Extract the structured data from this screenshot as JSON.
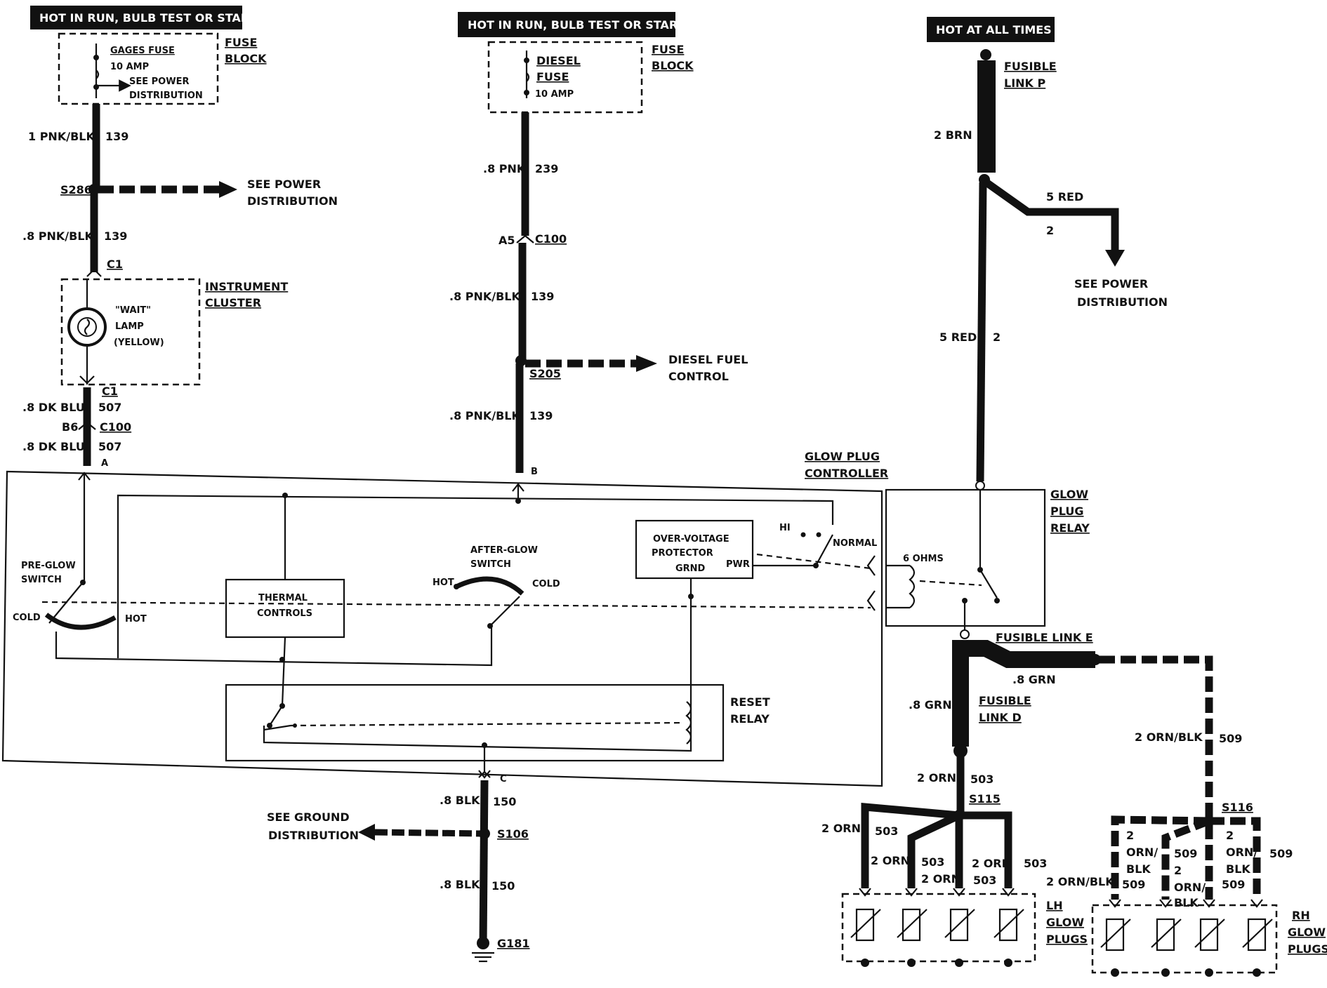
{
  "headers": {
    "left": "HOT IN RUN, BULB TEST OR START",
    "middle": "HOT IN RUN, BULB TEST OR START",
    "right": "HOT AT ALL TIMES"
  },
  "left_branch": {
    "gages_fuse": "GAGES FUSE",
    "gages_amp": "10 AMP",
    "see_power_1": "SEE POWER",
    "see_power_2": "DISTRIBUTION",
    "fuse_1": "FUSE",
    "fuse_2": "BLOCK",
    "w1_color": "1 PNK/BLK",
    "w1_circuit": "139",
    "s286": "S286",
    "s286_see_1": "SEE POWER",
    "s286_see_2": "DISTRIBUTION",
    "w2_color": ".8 PNK/BLK",
    "w2_circuit": "139",
    "c1_top": "C1",
    "cluster_1": "INSTRUMENT",
    "cluster_2": "CLUSTER",
    "lamp_1": "\"WAIT\"",
    "lamp_2": "LAMP",
    "lamp_3": "(YELLOW)",
    "c1_bottom": "C1",
    "w3_color": ".8 DK BLU",
    "w3_circuit": "507",
    "b6": "B6",
    "c100": "C100",
    "w4_color": ".8 DK BLU",
    "w4_circuit": "507",
    "pin_a": "A"
  },
  "middle_branch": {
    "diesel_1": "DIESEL",
    "diesel_2": "FUSE",
    "diesel_amp": "10 AMP",
    "fuse_1": "FUSE",
    "fuse_2": "BLOCK",
    "w1_color": ".8 PNK",
    "w1_circuit": "239",
    "a5": "A5",
    "c100": "C100",
    "w2_color": ".8 PNK/BLK",
    "w2_circuit": "139",
    "s205": "S205",
    "dfc_1": "DIESEL FUEL",
    "dfc_2": "CONTROL",
    "w3_color": ".8 PNK/BLK",
    "w3_circuit": "139",
    "pin_b": "B"
  },
  "controller": {
    "title_1": "GLOW PLUG",
    "title_2": "CONTROLLER",
    "preglow_1": "PRE-GLOW",
    "preglow_2": "SWITCH",
    "cold_left": "COLD",
    "hot_left": "HOT",
    "thermal_1": "THERMAL",
    "thermal_2": "CONTROLS",
    "afterglow_1": "AFTER-GLOW",
    "afterglow_2": "SWITCH",
    "hot_mid": "HOT",
    "cold_mid": "COLD",
    "ovp_1": "OVER-VOLTAGE",
    "ovp_2": "PROTECTOR",
    "grnd": "GRND",
    "pwr": "PWR",
    "hi": "HI",
    "normal": "NORMAL",
    "reset_1": "RESET",
    "reset_2": "RELAY",
    "pin_c": "C"
  },
  "ground_branch": {
    "w1_color": ".8 BLK",
    "w1_circuit": "150",
    "see_ground_1": "SEE GROUND",
    "see_ground_2": "DISTRIBUTION",
    "s106": "S106",
    "w2_color": ".8 BLK",
    "w2_circuit": "150",
    "g181": "G181"
  },
  "right_branch": {
    "fusible_p_1": "FUSIBLE",
    "fusible_p_2": "LINK P",
    "brn": "2 BRN",
    "red_branch": "5 RED",
    "red_branch_circuit": "2",
    "see_power_1": "SEE POWER",
    "see_power_2": "DISTRIBUTION",
    "red_main": "5 RED",
    "red_main_circuit": "2",
    "relay_1": "GLOW",
    "relay_2": "PLUG",
    "relay_3": "RELAY",
    "ohms": "6 OHMS",
    "fusible_e": "FUSIBLE LINK E",
    "grn_right": ".8 GRN",
    "grn_left": ".8 GRN",
    "fusible_d_1": "FUSIBLE",
    "fusible_d_2": "LINK D",
    "orn_main": "2 ORN",
    "orn_main_circuit": "503",
    "s115": "S115",
    "orn_b1": "2 ORN",
    "orn_b1_circuit": "503",
    "orn_b2": "2 ORN",
    "orn_b2_circuit": "503",
    "orn_b3": "2 ORN",
    "orn_b3_circuit": "503",
    "orn_b4": "2 ORN",
    "orn_b4_circuit": "503",
    "lh_1": "LH",
    "lh_2": "GLOW",
    "lh_3": "PLUGS",
    "ornblk_main": "2 ORN/BLK",
    "ornblk_main_circuit": "509",
    "s116": "S116",
    "ornblk_left": "2 ORN/BLK",
    "rh_b1_a": "2",
    "rh_b1_b": "ORN/",
    "rh_b1_c": "BLK",
    "rh_b1_circuit": "509",
    "rh_b2_circuit": "509",
    "rh_b2_a": "2",
    "rh_b2_b": "ORN/",
    "rh_b2_c": "BLK",
    "rh_b3_a": "2",
    "rh_b3_b": "ORN/",
    "rh_b3_c": "BLK",
    "rh_b3_circuit": "509",
    "rh_b4_circuit": "509",
    "rh_1": "RH",
    "rh_2": "GLOW",
    "rh_3": "PLUGS"
  }
}
